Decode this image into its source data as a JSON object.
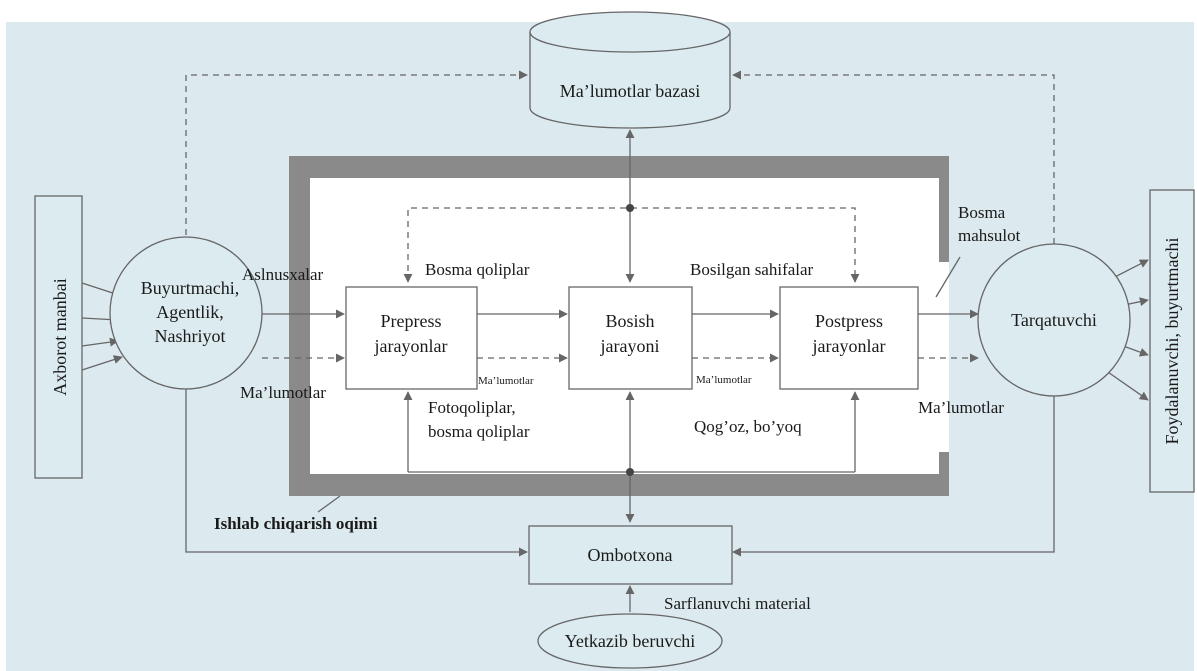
{
  "colors": {
    "background": "#dce9ee",
    "node_fill": "#dcebf0",
    "stroke": "#666666",
    "frame": "#8a8a8a",
    "inner": "#ffffff"
  },
  "nodes": {
    "database": "Ma’lumotlar bazasi",
    "source": "Axborot manbai",
    "customer": [
      "Buyurtmachi,",
      "Agentlik,",
      "Nashriyot"
    ],
    "prepress": [
      "Prepress",
      "jarayonlar"
    ],
    "printing": [
      "Bosish",
      "jarayoni"
    ],
    "postpress": [
      "Postpress",
      "jarayonlar"
    ],
    "distributor": "Tarqatuvchi",
    "consumer": "Foydalanuvchi, buyurtmachi",
    "warehouse": "Ombotxona",
    "supplier": "Yetkazib beruvchi"
  },
  "labels": {
    "originals": "Aslnusxalar",
    "plates": "Bosma qoliplar",
    "printed_sheets": "Bosilgan sahifalar",
    "product": [
      "Bosma",
      "mahsulot"
    ],
    "data_left": "Ma’lumotlar",
    "data_right": "Ma’lumotlar",
    "data_small_1": "Ma’lumotlar",
    "data_small_2": "Ma’lumotlar",
    "photo_forms": [
      "Fotoqoliplar,",
      "bosma qoliplar"
    ],
    "paper_ink": "Qog’oz, bo’yoq",
    "flow": "Ishlab chiqarish oqimi",
    "consumables": "Sarflanuvchi material"
  }
}
